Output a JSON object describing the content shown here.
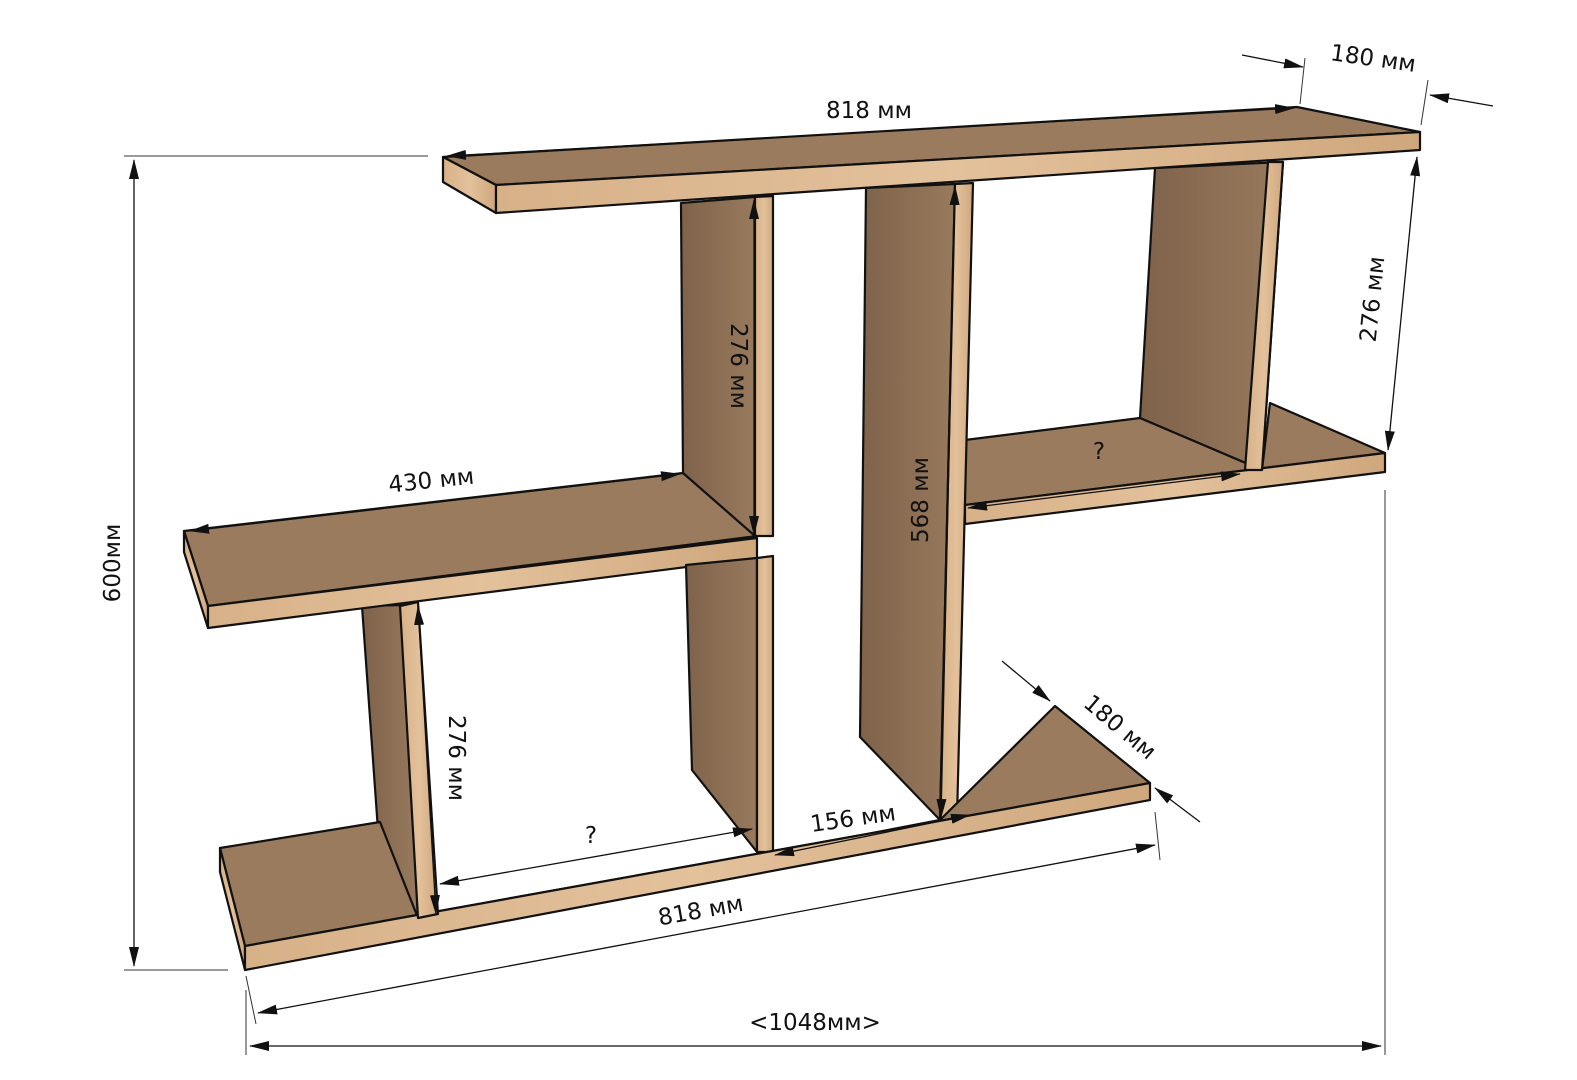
{
  "diagram": {
    "subject": "wall shelf with dimensions",
    "colors": {
      "wood_face": "#9a7b5e",
      "wood_edge": "#d9b48c",
      "wood_side": "#8d6f54",
      "outline": "#111111",
      "dimension": "#111111"
    },
    "labels": {
      "top_length": "818 мм",
      "top_depth": "180 мм",
      "right_upper_height": "276 мм",
      "center_left_height": "276 мм",
      "middle_left_length": "430 мм",
      "center_tall_height": "568 мм",
      "right_shelf_gap": "?",
      "bottom_left_height": "276 мм",
      "bottom_left_gap": "?",
      "bottom_center_gap": "156 мм",
      "bottom_length": "818 мм",
      "bottom_depth": "180 мм",
      "overall_height": "600мм",
      "overall_width": "<1048мм>"
    }
  }
}
